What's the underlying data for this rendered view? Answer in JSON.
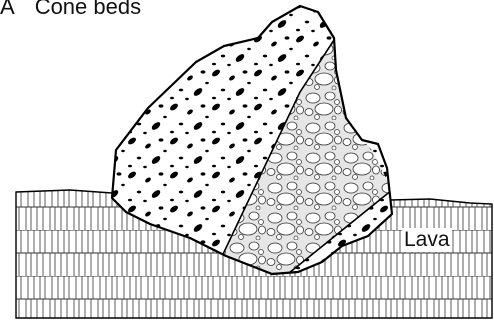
{
  "figure": {
    "panel_letter": "A",
    "title": "Cone beds",
    "labels": {
      "lava": "Lava"
    }
  }
}
